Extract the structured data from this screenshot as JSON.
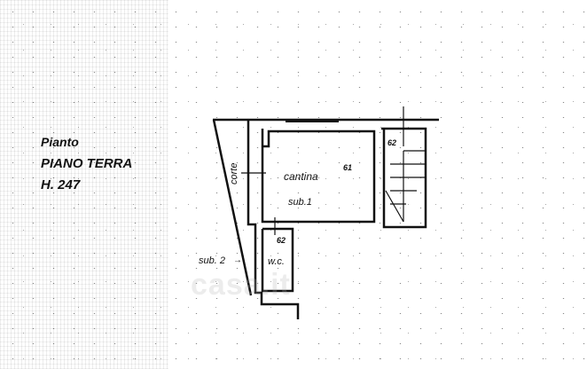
{
  "title_block": {
    "label": "Pianto",
    "floor": "PIANO TERRA",
    "height": "H. 247"
  },
  "rooms": {
    "cantina": "cantina",
    "sub1": "sub.1",
    "corte": "corte",
    "sub2": "sub. 2",
    "wc": "w.c.",
    "num_a": "61",
    "num_b": "62",
    "num_c": "62"
  },
  "watermark": "casa.it"
}
